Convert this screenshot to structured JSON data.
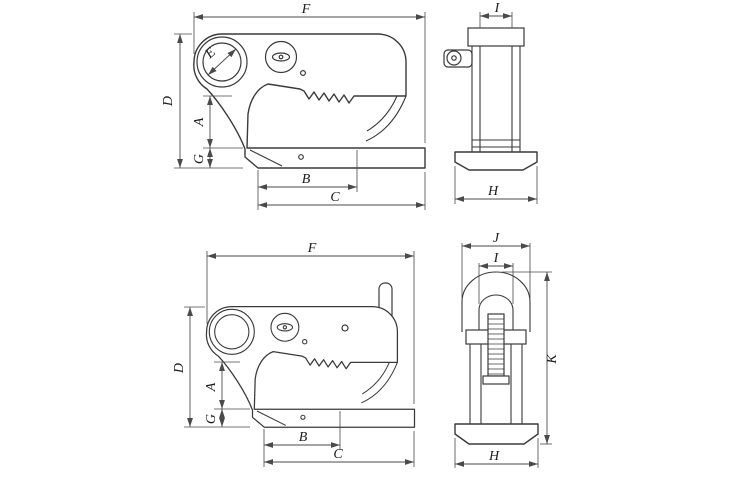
{
  "drawing": {
    "v1": {
      "F": "F",
      "D": "D",
      "A": "A",
      "E": "E",
      "G": "G",
      "B": "B",
      "C": "C"
    },
    "v2": {
      "I": "I",
      "H": "H"
    },
    "v3": {
      "F": "F",
      "D": "D",
      "A": "A",
      "G": "G",
      "B": "B",
      "C": "C"
    },
    "v4": {
      "J": "J",
      "I": "I",
      "K": "K",
      "H": "H"
    }
  }
}
